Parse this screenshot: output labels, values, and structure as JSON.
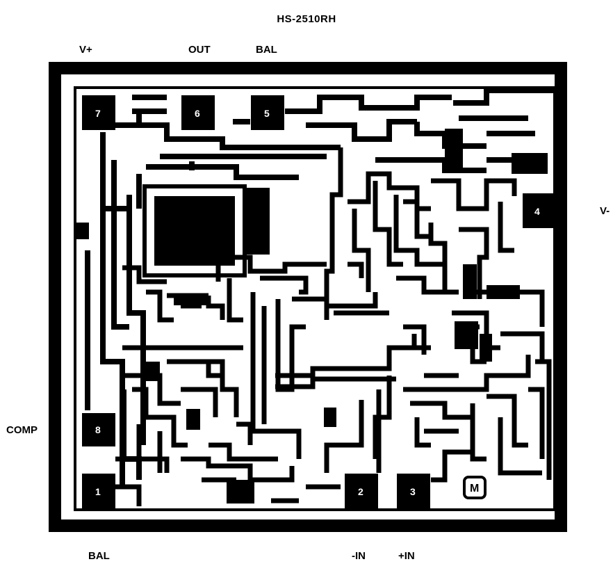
{
  "title": "HS-2510RH",
  "pin_labels": {
    "v_plus": "V+",
    "out": "OUT",
    "bal_top": "BAL",
    "v_minus": "V-",
    "comp": "COMP",
    "bal_bottom": "BAL",
    "minus_in": "-IN",
    "plus_in": "+IN"
  },
  "pads": {
    "p1": "1",
    "p2": "2",
    "p3": "3",
    "p4": "4",
    "p5": "5",
    "p6": "6",
    "p7": "7",
    "p8": "8"
  },
  "logo": "M"
}
